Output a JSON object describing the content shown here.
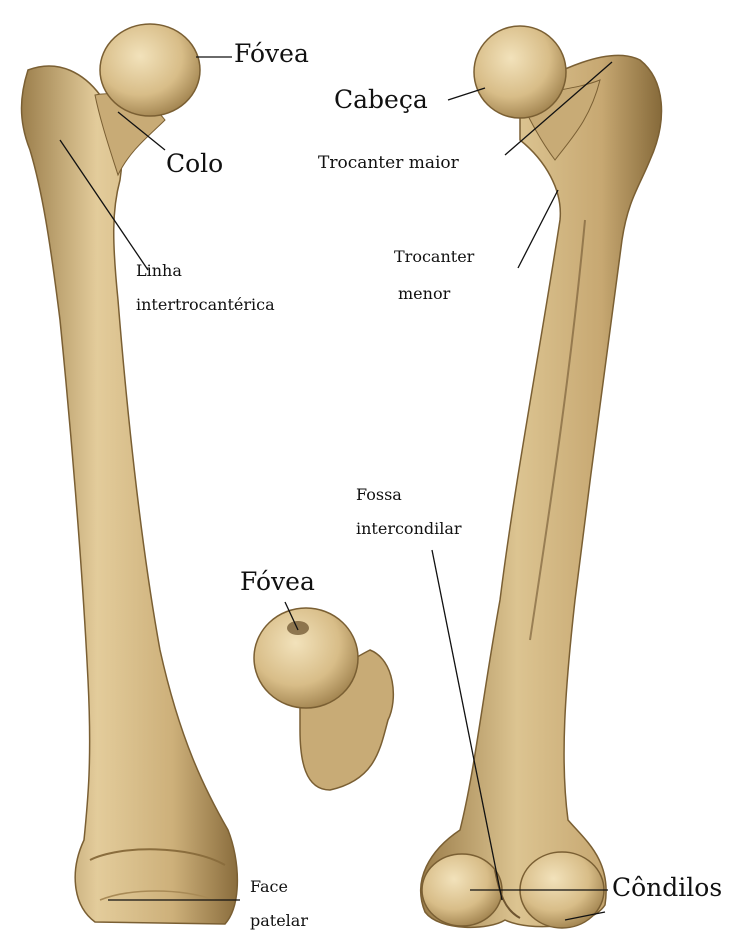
{
  "labels": {
    "fovea_top": "Fóvea",
    "colo": "Colo",
    "linha_1": "Linha",
    "linha_2": "intertrocantérica",
    "cabeca": "Cabeça",
    "trocanter_maior": "Trocanter maior",
    "trocanter_menor_1": "Trocanter",
    "trocanter_menor_2": "menor",
    "fossa_1": "Fossa",
    "fossa_2": "intercondilar",
    "fovea_inset": "Fóvea",
    "face_1": "Face",
    "face_2": "patelar",
    "condilos": "Côndilos"
  },
  "colors": {
    "bone": "#cdb482",
    "bone_light": "#ead7ac",
    "bone_dark": "#8f7446",
    "line": "#111111"
  }
}
